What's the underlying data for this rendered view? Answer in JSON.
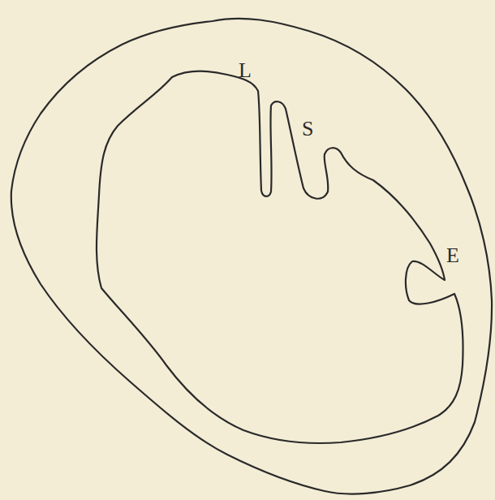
{
  "diagram": {
    "labels": [
      "L",
      "S",
      "E"
    ]
  }
}
